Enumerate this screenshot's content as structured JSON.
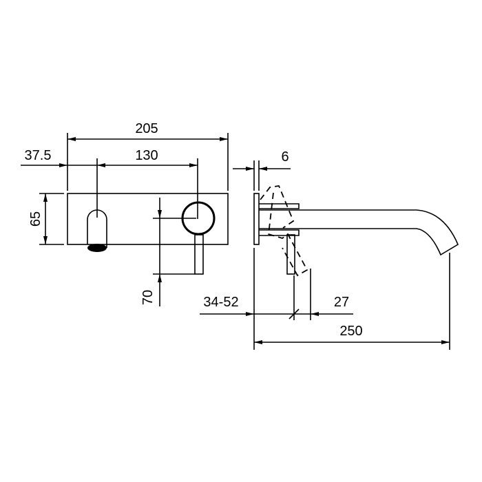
{
  "drawing": {
    "front_view": {
      "overall_width": "205",
      "spout_offset": "37.5",
      "spout_to_handle": "130",
      "plate_height": "65",
      "handle_drop": "70"
    },
    "side_view": {
      "plate_thickness": "6",
      "wall_depth_range": "34-52",
      "handle_offset": "27",
      "spout_projection": "250"
    },
    "colors": {
      "line": "#000000",
      "background": "#ffffff"
    }
  }
}
